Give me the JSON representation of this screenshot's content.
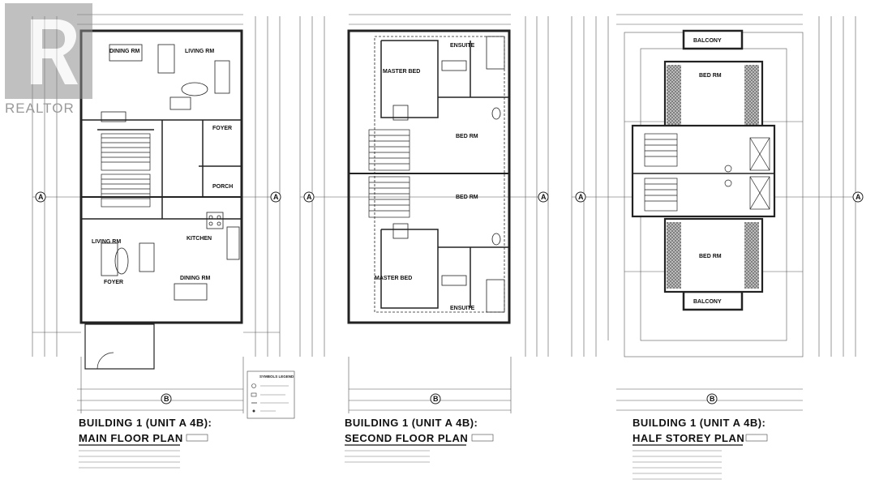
{
  "watermark": {
    "brand": "REALTOR"
  },
  "plans": [
    {
      "title": "BUILDING 1 (UNIT A 4B):",
      "subtitle": "MAIN FLOOR PLAN",
      "rooms": [
        "DINING RM",
        "LIVING RM",
        "FOYER",
        "PORCH",
        "LIVING RM",
        "FOYER",
        "KITCHEN",
        "DINING RM"
      ]
    },
    {
      "title": "BUILDING 1 (UNIT A 4B):",
      "subtitle": "SECOND FLOOR PLAN",
      "rooms": [
        "ENSUITE",
        "MASTER BED",
        "BED RM",
        "BED RM",
        "MASTER BED",
        "ENSUITE"
      ]
    },
    {
      "title": "BUILDING 1 (UNIT A 4B):",
      "subtitle": "HALF STOREY PLAN",
      "rooms": [
        "BALCONY",
        "BED RM",
        "BED RM",
        "BALCONY"
      ]
    }
  ],
  "legend": {
    "title": "SYMBOLS LEGEND"
  },
  "grid_labels": {
    "a": "A",
    "b": "B"
  }
}
